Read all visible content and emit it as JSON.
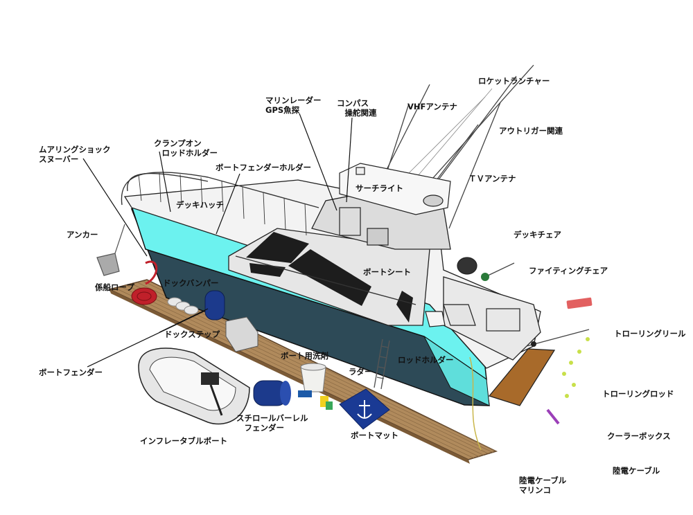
{
  "labels": {
    "rocket_launcher": "ロケットランチャー",
    "marine_radar": "マリンレーダー\nGPS魚探",
    "compass": "コンパス\n　操舵関連",
    "vhf_antenna": "VHFアンテナ",
    "outrigger": "アウトリガー関連",
    "mooring_snubber": "ムアリングショック\nスヌーバー",
    "clamp_rod_holder": "クランプオン\n　ロッドホルダー",
    "fender_holder": "ボートフェンダーホルダー",
    "searchlight": "サーチライト",
    "tv_antenna": "ＴＶアンテナ",
    "deck_hatch": "デッキハッチ",
    "anchor": "アンカー",
    "deck_chair": "デッキチェア",
    "fighting_chair": "ファイティングチェア",
    "boat_seat": "ボートシート",
    "mooring_rope": "係船ロープ",
    "dock_bumper": "ドックバンパー",
    "trolling_reel": "トローリングリール",
    "dock_step": "ドックステップ",
    "boat_detergent": "ボート用洗剤",
    "rod_holder": "ロッドホルダー",
    "boat_fender": "ボートフェンダー",
    "ladder": "ラダー",
    "trolling_rod": "トローリングロッド",
    "styrofoam_fender": "スチロールバーレル\n　フェンダー",
    "cooler_box": "クーラーボックス",
    "boat_mat": "ボートマット",
    "inflatable_boat": "インフレータブルボート",
    "shore_cable": "陸電ケーブル",
    "shore_cable_marinco": "陸電ケーブル\nマリンコ"
  },
  "colors": {
    "hull_stripe": "#6cf2ef",
    "hull_bottom": "#2d4a57",
    "deck_wood": "#b08a5c",
    "swim_platform": "#a86a2a",
    "fender_blue": "#1c3a8c",
    "mat_blue": "#1a3a94",
    "line": "#111111"
  }
}
